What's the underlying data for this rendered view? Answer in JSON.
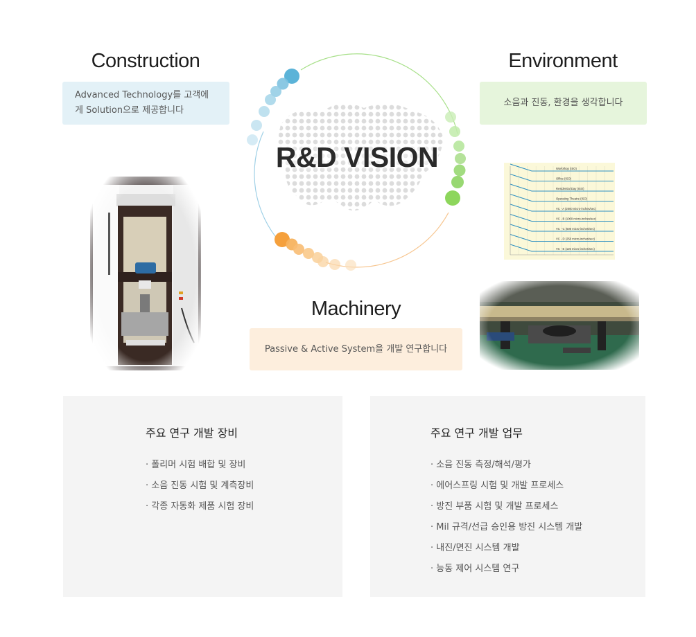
{
  "center": {
    "title": "R&D VISION"
  },
  "construction": {
    "title": "Construction",
    "tagline": "Advanced Technology를 고객에게 Solution으로 제공합니다"
  },
  "environment": {
    "title": "Environment",
    "tagline": "소음과 진동, 환경을 생각합니다",
    "chart_data": {
      "type": "line",
      "title": "",
      "series": [
        {
          "name": "Workshop (ISO)"
        },
        {
          "name": "Office (ISO)"
        },
        {
          "name": "Residential Day (ISO)"
        },
        {
          "name": "Operating Theatre (ISO)"
        },
        {
          "name": "VC - A (2000 micro-inches/sec)"
        },
        {
          "name": "VC - B (1000 micro-inches/sec)"
        },
        {
          "name": "VC - C (500 micro-inches/sec)"
        },
        {
          "name": "VC - D (250 micro-inches/sec)"
        },
        {
          "name": "VC - E (125 micro-inches/sec)"
        }
      ],
      "grid": true
    }
  },
  "machinery": {
    "title": "Machinery",
    "tagline": "Passive & Active System을 개발 연구합니다"
  },
  "equipment_panel": {
    "title": "주요 연구 개발 장비",
    "items": [
      "폴리머 시험 배합 및 장비",
      "소음 진동 시험 및 계측장비",
      "각종 자동화 제품 시험 장비"
    ]
  },
  "tasks_panel": {
    "title": "주요 연구 개발 업무",
    "items": [
      "소음 진동 측정/해석/평가",
      "에어스프링 시험 및 개발 프로세스",
      "방진 부품 시험 및 개발 프로세스",
      "Mil 규격/선급 승인용 방진 시스템 개발",
      "내진/면진 시스템 개발",
      "능동 제어 시스템 연구"
    ]
  },
  "colors": {
    "blue": "#5bb3d8",
    "green": "#8dd65c",
    "orange": "#f5a03c",
    "panel_bg": "#f4f4f4"
  }
}
